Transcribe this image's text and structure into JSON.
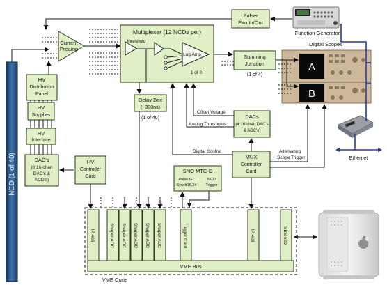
{
  "ncd": {
    "label": "NCD (1 of 40)"
  },
  "preamp": {
    "line1": "Current",
    "line2": "Preamp"
  },
  "mux": {
    "title": "Multiplexer (12 NCDs per)",
    "threshold": "threshold",
    "logamp": "Log Amp",
    "count": "1 of 8"
  },
  "pulser": {
    "line1": "Pulser",
    "line2": "Fan In/Out"
  },
  "function_generator": {
    "label": "Function Generator"
  },
  "scopes": {
    "title": "Digital Scopes",
    "a": "A",
    "b": "B"
  },
  "summing": {
    "line1": "Summing",
    "line2": "Junction",
    "count": "(1 of 4)"
  },
  "delay": {
    "line1": "Delay Box",
    "line2": "(~300ns)",
    "count": "(1 of 40)"
  },
  "hv_dist": {
    "line1": "HV",
    "line2": "Distribution",
    "line3": "Panel"
  },
  "hv_supplies": {
    "line1": "HV",
    "line2": "Supplies"
  },
  "hv_interface": {
    "line1": "HV",
    "line2": "Interface"
  },
  "hv_dacs": {
    "line1": "DAC's",
    "line2": "(8 16-chan",
    "line3": "DAC's &",
    "line4": "ACD's)"
  },
  "hv_controller": {
    "line1": "HV",
    "line2": "Controller",
    "line3": "Card"
  },
  "dacs": {
    "line1": "DACs",
    "line2": "(4 16-chan DAC's",
    "line3": "& ADC's)"
  },
  "signals": {
    "offset": "Offset Voltage",
    "analog_thresholds": "Analog Thresholds",
    "digital_control": "Digital Control",
    "alt_trigger_1": "Alternating",
    "alt_trigger_2": "Scope Trigger"
  },
  "mux_controller": {
    "line1": "MUX",
    "line2": "Controller",
    "line3": "Card"
  },
  "mtc": {
    "title": "SNO MTC-D",
    "pulse1": "Pulse GT",
    "pulse2": "Synclr16,24",
    "ncd1": "NCD",
    "ncd2": "Trigger"
  },
  "ethernet": {
    "label": "Ethernet"
  },
  "vme": {
    "bus": "VME Bus",
    "crate": "VME Crate"
  },
  "cards": {
    "ip1": "IP 408",
    "sh1": "Shaper ADC",
    "sh2": "Shaper ADC",
    "sh3": "Shaper ADC",
    "sh4": "Shaper ADC",
    "sh5": "Shaper ADC",
    "trigger": "Trigger Card",
    "ip2": "IP 408",
    "sbs": "SBS 620"
  },
  "colors": {
    "box_fill": "#dff0c6",
    "ncd_bar": "#2e5a86",
    "cable": "#2b3a9a",
    "scope_screen": "#0a0a0a"
  }
}
